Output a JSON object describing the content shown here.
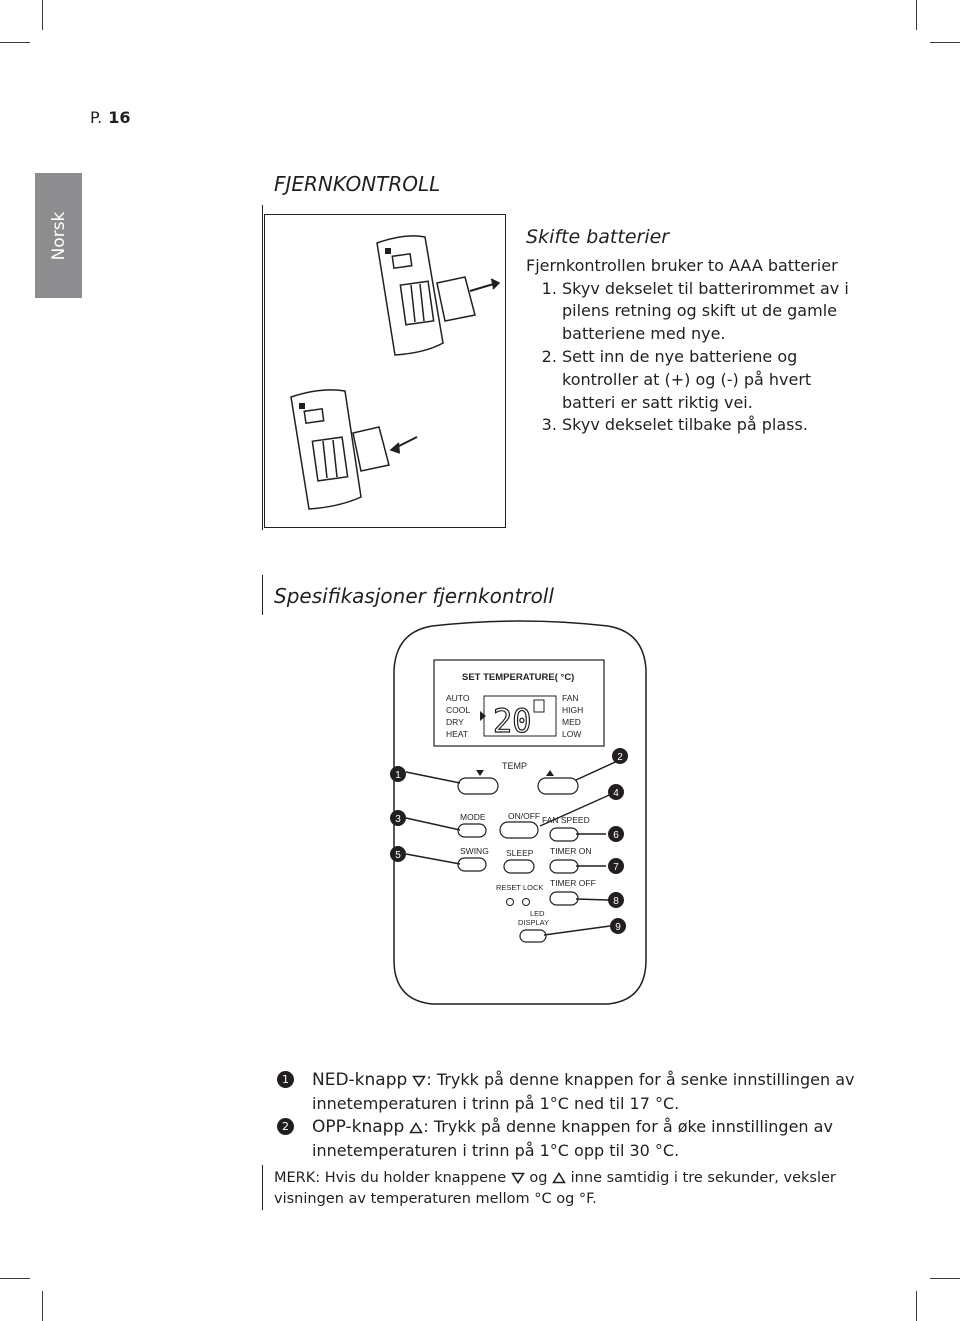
{
  "page": {
    "prefix": "P.",
    "number": "16"
  },
  "side_tab": {
    "label": "Norsk"
  },
  "section_title": "FJERNKONTROLL",
  "battery": {
    "heading": "Skifte batterier",
    "intro": "Fjernkontrollen bruker to AAA batterier",
    "steps": [
      "Skyv dekselet til batterirommet av i pilens retning og skift ut de gamle batteriene med nye.",
      "Sett inn de nye batteriene og kontroller at (+) og (-) på hvert batteri er satt riktig vei.",
      "Skyv dekselet tilbake på plass."
    ]
  },
  "spec_title": "Spesifikasjoner fjernkontroll",
  "remote": {
    "display_header": "SET TEMPERATURE( °C)",
    "modes": [
      "AUTO",
      "COOL",
      "DRY",
      "HEAT"
    ],
    "fan_levels": [
      "FAN",
      "HIGH",
      "MED",
      "LOW"
    ],
    "temperature": "20",
    "buttons": {
      "temp_label": "TEMP",
      "mode": "MODE",
      "on_off": "ON/OFF",
      "fan_speed": "FAN SPEED",
      "swing": "SWING",
      "sleep": "SLEEP",
      "timer_on": "TIMER ON",
      "reset_lock": "RESET LOCK",
      "timer_off": "TIMER OFF",
      "led": "LED",
      "display": "DISPLAY"
    },
    "callouts": [
      "1",
      "2",
      "3",
      "4",
      "5",
      "6",
      "7",
      "8",
      "9"
    ]
  },
  "legend": {
    "items": [
      {
        "number": "1",
        "name": "NED-knapp",
        "text": "Trykk på denne knappen for å senke innstillingen av innetemperaturen i trinn på 1°C ned til 17 °C."
      },
      {
        "number": "2",
        "name": "OPP-knapp",
        "text": "Trykk på denne knappen for å øke innstillingen av innetemperaturen i trinn på 1°C opp til 30 °C."
      }
    ],
    "note": {
      "prefix": "MERK: Hvis du holder knappene",
      "and_word": "og",
      "suffix": "inne samtidig i tre sekunder, veksler visningen av temperaturen mellom °C og °F."
    }
  }
}
